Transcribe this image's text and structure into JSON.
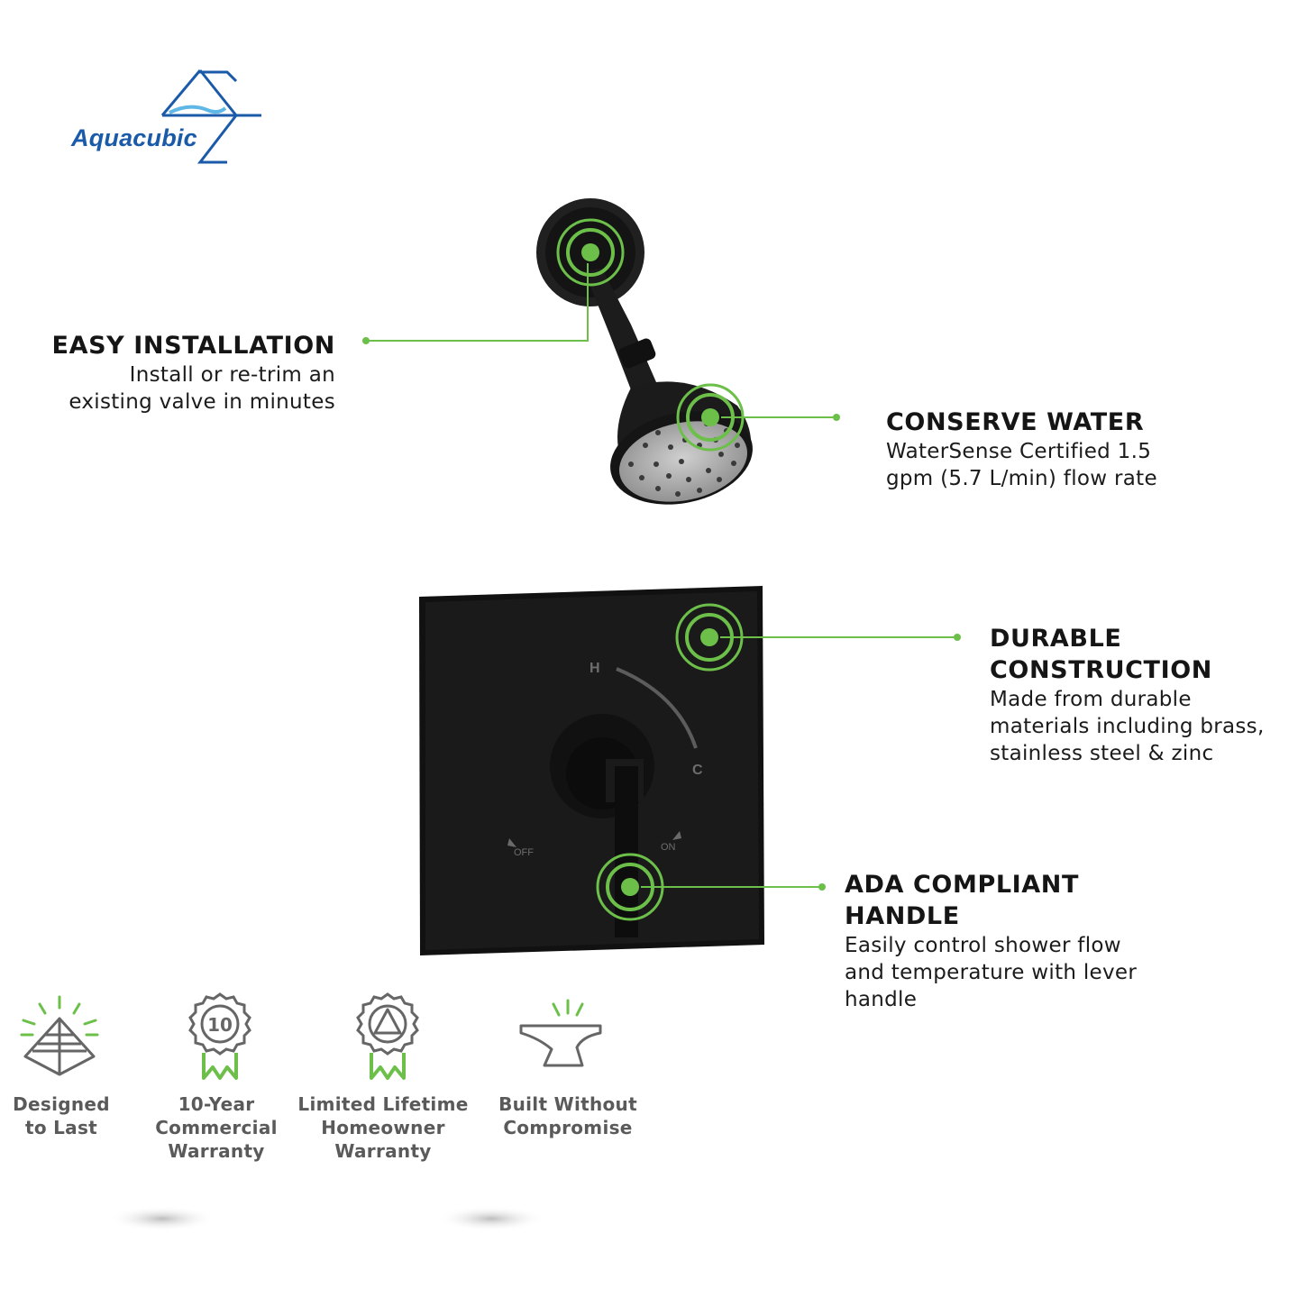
{
  "brand": {
    "name": "Aquacubic",
    "color": "#1a5aa8"
  },
  "accent_color": "#6cc04a",
  "product": {
    "dial_hot": "H",
    "dial_cold": "C",
    "label_off": "OFF",
    "label_on": "ON"
  },
  "features": [
    {
      "title": "EASY INSTALLATION",
      "lines": [
        "Install or re-trim an",
        "existing valve in minutes"
      ]
    },
    {
      "title": "CONSERVE WATER",
      "lines": [
        "WaterSense Certified 1.5",
        "gpm (5.7 L/min) flow rate"
      ]
    },
    {
      "title_lines": [
        "DURABLE",
        "CONSTRUCTION"
      ],
      "lines": [
        "Made from durable",
        "materials including brass,",
        "stainless steel & zinc"
      ]
    },
    {
      "title_lines": [
        "ADA COMPLIANT",
        "HANDLE"
      ],
      "lines": [
        "Easily control shower flow",
        "and temperature with lever",
        "handle"
      ]
    }
  ],
  "badges": [
    {
      "icon": "pyramid-icon",
      "lines": [
        "Designed",
        "to Last"
      ]
    },
    {
      "icon": "ten-year-ribbon-icon",
      "lines": [
        "10-Year",
        "Commercial",
        "Warranty"
      ]
    },
    {
      "icon": "lifetime-ribbon-icon",
      "lines": [
        "Limited Lifetime",
        "Homeowner",
        "Warranty"
      ]
    },
    {
      "icon": "anvil-icon",
      "lines": [
        "Built Without",
        "Compromise"
      ]
    }
  ]
}
